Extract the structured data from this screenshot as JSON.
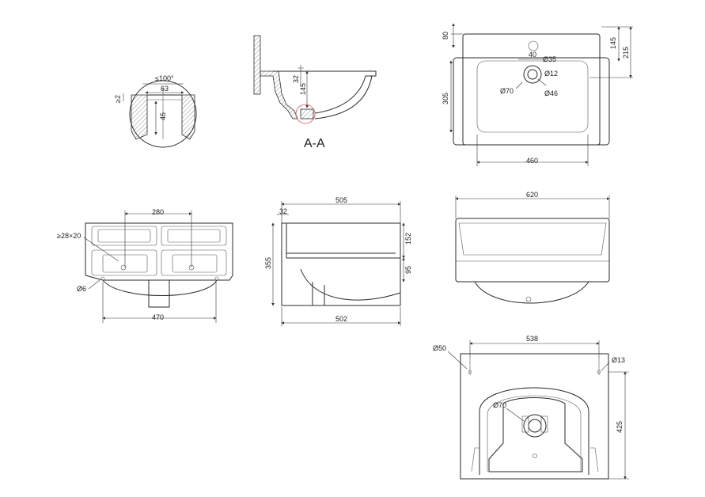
{
  "detail": {
    "angle": "≤100°",
    "width": "63",
    "height": "45",
    "rim": "≥2"
  },
  "section": {
    "title": "A-A",
    "offset": "32",
    "depth": "145"
  },
  "top_view": {
    "dim_80": "80",
    "dim_145": "145",
    "dim_215": "215",
    "dim_40": "40",
    "dia_35": "Ø35",
    "dia_12": "Ø12",
    "dia_70": "Ø70",
    "dia_46": "Ø46",
    "dim_305": "305",
    "dim_460": "460"
  },
  "front_view": {
    "dim_280": "280",
    "slot": "≥28×20",
    "dia_6": "Ø6",
    "dim_470": "470"
  },
  "side_view": {
    "dim_505": "505",
    "dim_32": "32",
    "dim_152": "152",
    "dim_355": "355",
    "dim_95": "95",
    "dim_502": "502"
  },
  "rear_view": {
    "dim_620": "620"
  },
  "bottom_view": {
    "dim_538": "538",
    "dia_50": "Ø50",
    "dia_13": "Ø13",
    "dia_70": "Ø70",
    "dim_425": "425"
  }
}
